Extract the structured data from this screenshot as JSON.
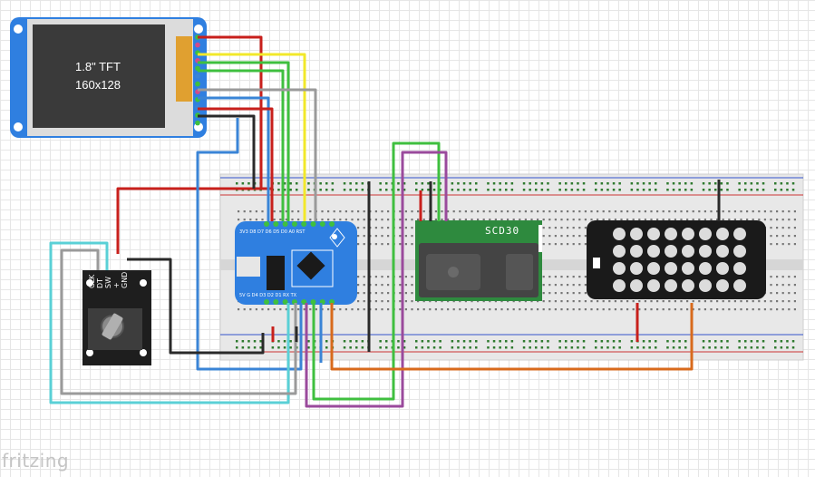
{
  "tft": {
    "line1": "1.8\" TFT",
    "line2": "160x128"
  },
  "sensor": {
    "label": "SCD30"
  },
  "wemos": {
    "top_pins": "3V3  D8  D7  D6  D5  D0  A0  RST",
    "bottom_pins": "5V  G  D4  D3  D2  D1  RX  TX"
  },
  "encoder": {
    "pins": [
      "CLK",
      "DT",
      "SW",
      "+",
      "GND"
    ]
  },
  "watermark": "fritzing",
  "colors": {
    "wire_red": "#c8201c",
    "wire_black": "#2a2a2a",
    "wire_blue": "#3a84d6",
    "wire_green": "#3fbf3f",
    "wire_yellow": "#f2e82a",
    "wire_gray": "#9a9a9a",
    "wire_cyan": "#5ad0d6",
    "wire_purple": "#9a4a9c",
    "wire_orange": "#d86a1c",
    "pcb_blue": "#2f7fe0",
    "pcb_green": "#2e8a3e",
    "pcb_dark": "#1a1a1a"
  }
}
